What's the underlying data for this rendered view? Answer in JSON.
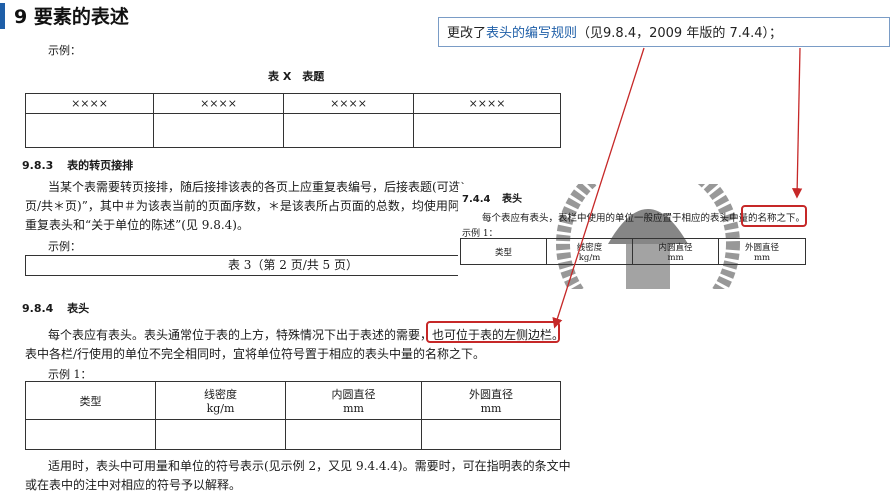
{
  "heading": {
    "title": "9 要素的表述"
  },
  "callout": {
    "prefix": "更改了",
    "highlight": "表头的编写规则",
    "suffix": "（见9.8.4，2009 年版的 7.4.4）；"
  },
  "example_top": {
    "label": "示例：",
    "caption": "表 X　表题",
    "headers": [
      "××××",
      "××××",
      "××××",
      "××××"
    ]
  },
  "section_983": {
    "number": "9.8.3",
    "title": "表的转页接排",
    "line1": "当某个表需要转页接排，随后接排该表的各页上应重复表编号，后接表题(可选)",
    "line2": "页/共＊页)”，其中＃为该表当前的页面序数，＊是该表所占页面的总数，均使用阿",
    "line3": "重复表头和“关于单位的陈述”(见 9.8.4)。",
    "example_label": "示例：",
    "example_box": "表 3（第 2 页/共 5 页）"
  },
  "section_984": {
    "number": "9.8.4",
    "title": "表头",
    "line1_a": "每个表应有表头。表头通常位于表的上方，特殊情况下出于表述的需要，",
    "line1_b": "也可位于表的左侧边栏。",
    "line2": "表中各栏/行使用的单位不完全相同时，宜将单位符号置于相应的表头中量的名称之下。",
    "example_label": "示例 1：",
    "headers": [
      {
        "name": "类型",
        "unit": ""
      },
      {
        "name": "线密度",
        "unit": "kg/m"
      },
      {
        "name": "内圆直径",
        "unit": "mm"
      },
      {
        "name": "外圆直径",
        "unit": "mm"
      }
    ],
    "note_line1": "适用时，表头中可用量和单位的符号表示(见示例 2，又见 9.4.4.4)。需要时，可在指明表的条文中",
    "note_line2": "或在表中的注中对相应的符号予以解释。"
  },
  "inset_2009": {
    "number": "7.4.4",
    "title": "表头",
    "line_a": "每个表应有表头，表栏中使用的单位一般应置于相应的表头中量的",
    "line_b": "名称之下。",
    "example_label": "示例 1：",
    "headers": [
      {
        "name": "类型",
        "unit": ""
      },
      {
        "name": "线密度",
        "unit": "kg/m"
      },
      {
        "name": "内圆直径",
        "unit": "mm"
      },
      {
        "name": "外圆直径",
        "unit": "mm"
      }
    ]
  },
  "colors": {
    "accent": "#1f5fa8",
    "highlight_box": "#c62828"
  }
}
